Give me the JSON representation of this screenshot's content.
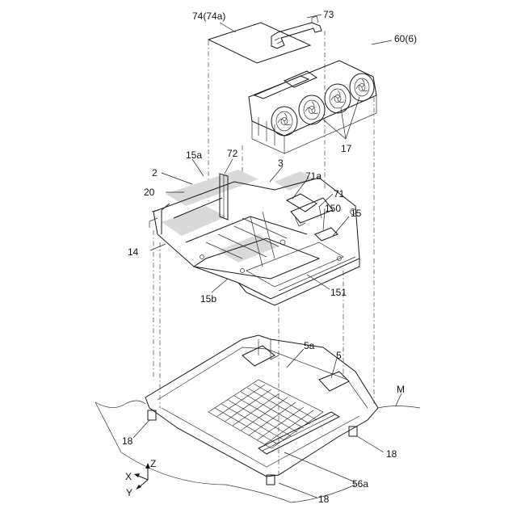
{
  "labels": {
    "l74": "74(74a)",
    "l73": "73",
    "l60": "60(6)",
    "l17": "17",
    "l15a": "15a",
    "l72": "72",
    "l2": "2",
    "l3": "3",
    "l71a": "71a",
    "l20": "20",
    "l71": "71",
    "l150": "150",
    "l15": "15",
    "l14": "14",
    "l151": "151",
    "l15b": "15b",
    "l5a": "5a",
    "l5": "5",
    "lM": "M",
    "l18a": "18",
    "l18b": "18",
    "l18c": "18",
    "l56a": "56a",
    "axZ": "Z",
    "axX": "X",
    "axY": "Y"
  }
}
